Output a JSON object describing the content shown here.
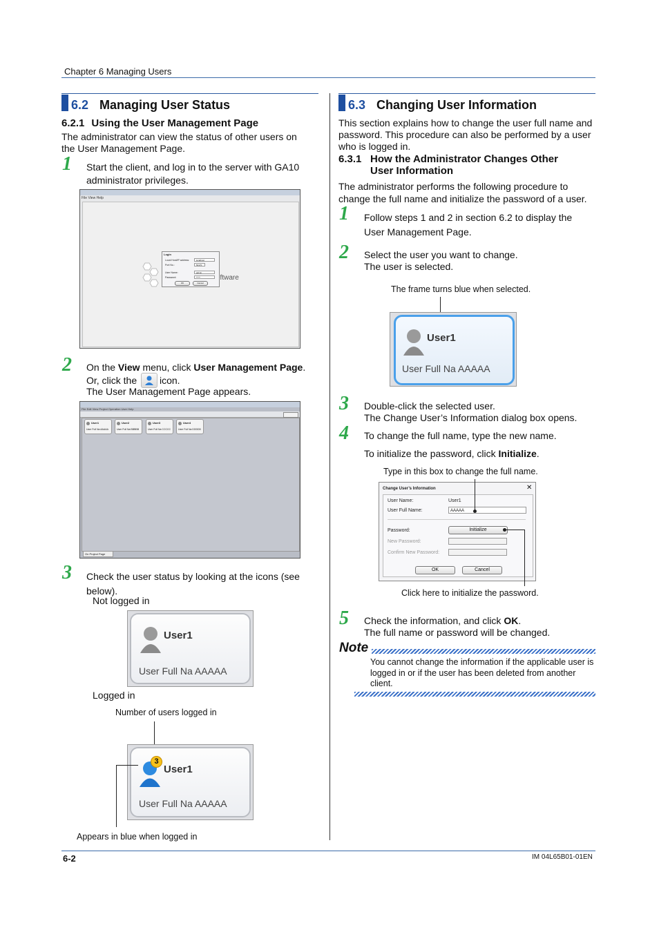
{
  "header": {
    "chapter": "Chapter 6  Managing Users"
  },
  "sec62": {
    "num": "6.2",
    "title": "Managing User Status",
    "sub_num": "6.2.1",
    "sub_title": "Using the User Management Page",
    "intro": "The administrator can view the status of other users on the User Management Page.",
    "step1_num": "1",
    "step1_text": "Start the client, and log in to the server with GA10 administrator privileges.",
    "login_shot": {
      "menu": [
        "File",
        "View",
        "Help"
      ],
      "dialog_title": "Login",
      "fields": [
        "Local Host/IP address:",
        "Port No.:",
        "User Name:",
        "Password:"
      ],
      "values": [
        "localhost",
        "50170",
        "admin",
        "*****"
      ],
      "ok": "OK",
      "cancel": "Cancel",
      "bg_text": "oftware"
    },
    "step2_num": "2",
    "step2_a": "On the ",
    "step2_view": "View",
    "step2_b": " menu, click ",
    "step2_ump": "User Management Page",
    "step2_c": ".",
    "step2_or": "Or, click the",
    "step2_icon": "icon.",
    "step2_appears": "The User Management Page appears.",
    "mgmt_shot": {
      "menu": [
        "File",
        "Edit",
        "View",
        "Project",
        "Operation",
        "User",
        "Help"
      ],
      "cards": [
        {
          "name": "User1",
          "full": "User Full Na  AAAAA"
        },
        {
          "name": "User2",
          "full": "User Full Na  BBBBB"
        },
        {
          "name": "User3",
          "full": "User Full Na  CCCCC"
        },
        {
          "name": "User4",
          "full": "User Full Na  DDDDD"
        }
      ],
      "tab": "On Project Page"
    },
    "step3_num": "3",
    "step3_text": "Check the user status by looking at the icons (see below).",
    "not_logged": "Not logged in",
    "logged": "Logged in",
    "card_name": "User1",
    "card_full": "User Full Na  AAAAA",
    "badge": "3",
    "cap_number": "Number of users logged in",
    "cap_blue": "Appears in blue when logged in"
  },
  "sec63": {
    "num": "6.3",
    "title": "Changing User Information",
    "intro": "This section explains how to change the user full name and password. This procedure can also be performed by a user who is logged in.",
    "sub_num": "6.3.1",
    "sub_title_1": "How the Administrator Changes Other",
    "sub_title_2": "User Information",
    "proc": "The administrator performs the following procedure to change the full name and initialize the password of a user.",
    "step1_num": "1",
    "step1_text": "Follow steps 1 and 2 in section 6.2 to display the User Management Page.",
    "step2_num": "2",
    "step2_a": "Select the user you want to change.",
    "step2_b": "The user is selected.",
    "cap_frame": "The frame turns blue when selected.",
    "step3_num": "3",
    "step3_a": "Double-click the selected user.",
    "step3_b": "The Change User’s Information dialog box opens.",
    "step4_num": "4",
    "step4_a": "To change the full name, type the new name.",
    "step4_b1": "To initialize the password, click ",
    "step4_init": "Initialize",
    "step4_b2": ".",
    "cap_type": "Type in this box to change the full name.",
    "dialog": {
      "title": "Change User’s Information",
      "user_name_lbl": "User Name:",
      "user_name": "User1",
      "full_lbl": "User Full Name:",
      "full_val": "AAAAA",
      "pw_lbl": "Password:",
      "init_btn": "Initialize",
      "newpw_lbl": "New Password:",
      "confirm_lbl": "Confirm New Password:",
      "ok": "OK",
      "cancel": "Cancel"
    },
    "cap_click": "Click here to initialize the password.",
    "step5_num": "5",
    "step5_a1": "Check the information, and click ",
    "step5_ok": "OK",
    "step5_a2": ".",
    "step5_b": "The full name or password will be changed.",
    "note_title": "Note",
    "note_text": "You cannot change the information if the applicable user is logged in or if the user has been deleted from another client."
  },
  "footer": {
    "page": "6-2",
    "doc": "IM 04L65B01-01EN"
  },
  "colors": {
    "accent": "#1e4fa0",
    "step": "#2da84a",
    "selected": "#4aa0ea"
  }
}
